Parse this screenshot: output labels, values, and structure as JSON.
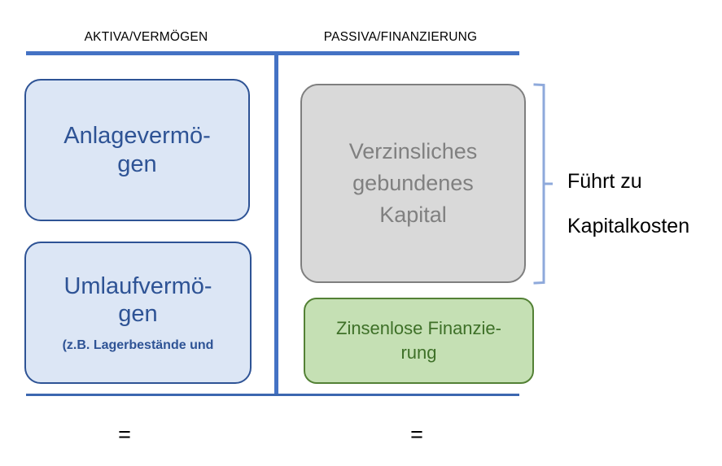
{
  "diagram": {
    "columns": [
      {
        "key": "aktiva",
        "heading": "AKTIVA/VERMÖGEN"
      },
      {
        "key": "passiva",
        "heading": "PASSIVA/FINANZIERUNG"
      }
    ],
    "boxes": {
      "anlagevermoegen": {
        "label": "Anlagevermö-\ngen",
        "fill": "#DCE6F5",
        "border": "#2E5395",
        "text_color": "#2E5395"
      },
      "umlaufvermoegen": {
        "label": "Umlaufvermö-\ngen",
        "sub_label": "(z.B. Lagerbestände und",
        "fill": "#DCE6F5",
        "border": "#2E5395",
        "text_color": "#2E5395"
      },
      "verzinsliches_kapital": {
        "label": "Verzinsliches\ngebundenes\nKapital",
        "fill": "#D9D9D9",
        "border": "#7F7F7F",
        "text_color": "#808080"
      },
      "zinsenlose_finanzierung": {
        "label": "Zinsenlose Finanzie-\nrung",
        "fill": "#C5E0B4",
        "border": "#538135",
        "text_color": "#3E7028"
      }
    },
    "annotation": {
      "line1": "Führt zu",
      "line2": "Kapitalkosten"
    },
    "equals": {
      "aktiva": "=",
      "passiva": "="
    },
    "rules": {
      "color": "#4472C4"
    },
    "bracket": {
      "color": "#8EA9DB"
    }
  }
}
